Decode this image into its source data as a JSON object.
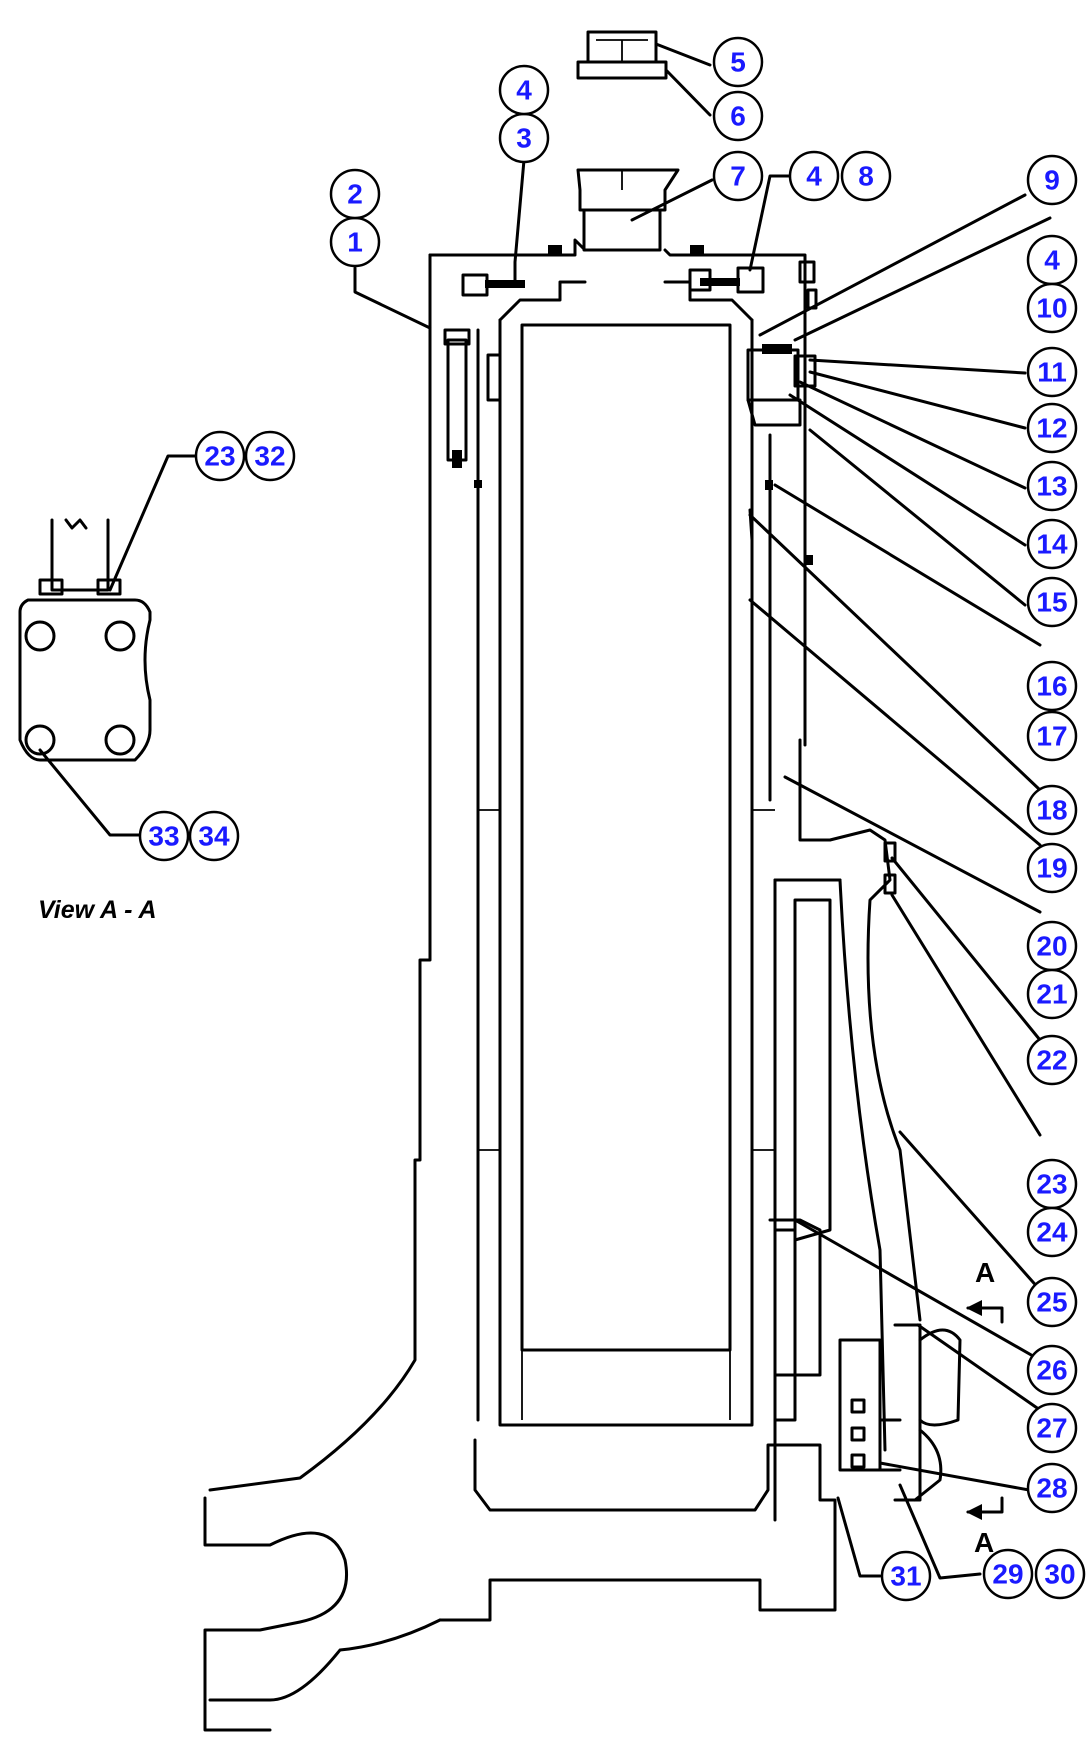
{
  "view_label": "View A - A",
  "section_marks": [
    "A",
    "A"
  ],
  "colors": {
    "callout_text": "#1a1aff",
    "line": "#000000",
    "background": "#ffffff"
  },
  "callouts": [
    {
      "id": "c1",
      "label": "1"
    },
    {
      "id": "c2",
      "label": "2"
    },
    {
      "id": "c3",
      "label": "3"
    },
    {
      "id": "c4a",
      "label": "4"
    },
    {
      "id": "c5",
      "label": "5"
    },
    {
      "id": "c6",
      "label": "6"
    },
    {
      "id": "c7",
      "label": "7"
    },
    {
      "id": "c4b",
      "label": "4"
    },
    {
      "id": "c8",
      "label": "8"
    },
    {
      "id": "c9",
      "label": "9"
    },
    {
      "id": "c4c",
      "label": "4"
    },
    {
      "id": "c10",
      "label": "10"
    },
    {
      "id": "c11",
      "label": "11"
    },
    {
      "id": "c12",
      "label": "12"
    },
    {
      "id": "c13",
      "label": "13"
    },
    {
      "id": "c14",
      "label": "14"
    },
    {
      "id": "c15",
      "label": "15"
    },
    {
      "id": "c16",
      "label": "16"
    },
    {
      "id": "c17",
      "label": "17"
    },
    {
      "id": "c18",
      "label": "18"
    },
    {
      "id": "c19",
      "label": "19"
    },
    {
      "id": "c20",
      "label": "20"
    },
    {
      "id": "c21",
      "label": "21"
    },
    {
      "id": "c22",
      "label": "22"
    },
    {
      "id": "c23b",
      "label": "23"
    },
    {
      "id": "c24",
      "label": "24"
    },
    {
      "id": "c25",
      "label": "25"
    },
    {
      "id": "c26",
      "label": "26"
    },
    {
      "id": "c27",
      "label": "27"
    },
    {
      "id": "c28",
      "label": "28"
    },
    {
      "id": "c29",
      "label": "29"
    },
    {
      "id": "c30",
      "label": "30"
    },
    {
      "id": "c31",
      "label": "31"
    },
    {
      "id": "c23a",
      "label": "23"
    },
    {
      "id": "c32",
      "label": "32"
    },
    {
      "id": "c33",
      "label": "33"
    },
    {
      "id": "c34",
      "label": "34"
    }
  ]
}
